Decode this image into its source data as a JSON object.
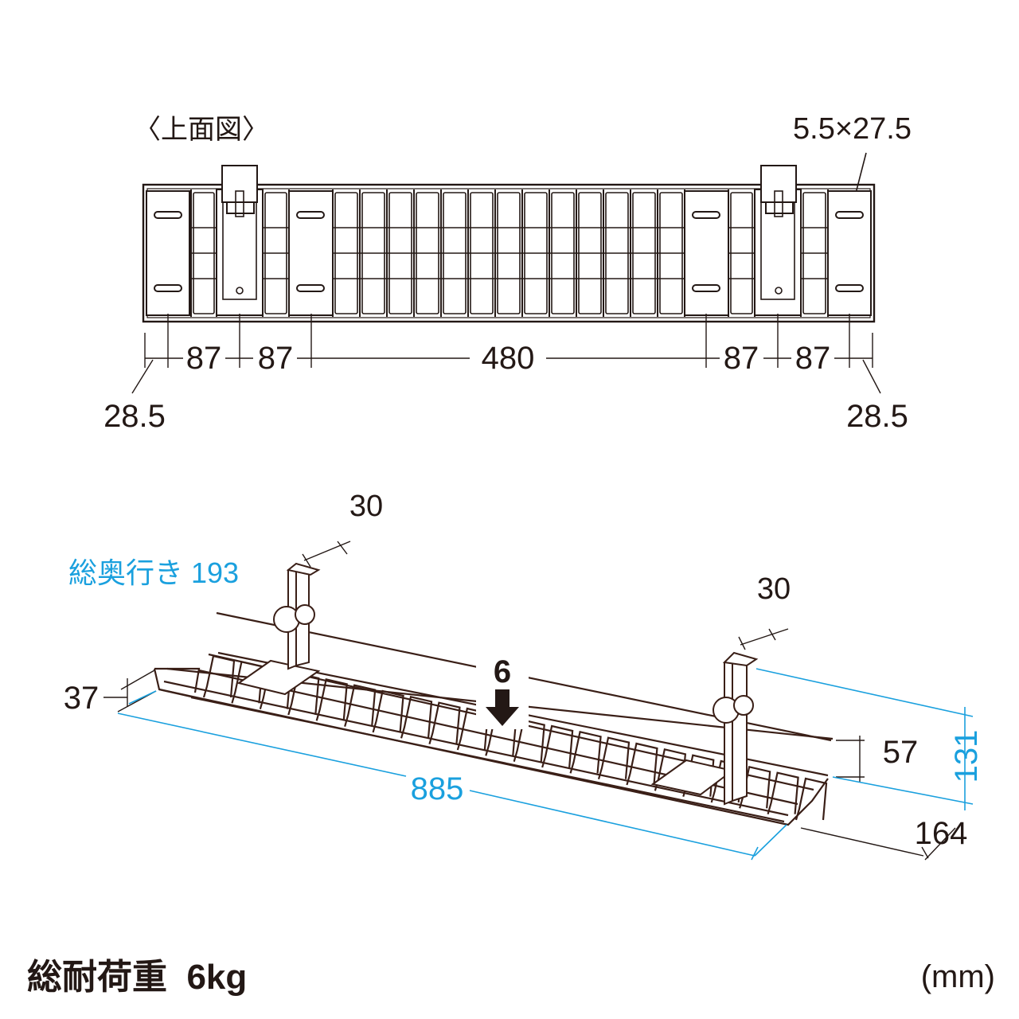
{
  "top_view": {
    "title": "〈上面図〉",
    "slot_size": "5.5×27.5",
    "dims": {
      "left_edge": "28.5",
      "left_a": "87",
      "left_b": "87",
      "middle": "480",
      "right_b": "87",
      "right_a": "87",
      "right_edge": "28.5"
    }
  },
  "iso_view": {
    "total_depth": "総奥行き 193",
    "clamp_width_left": "30",
    "clamp_width_right": "30",
    "height": "37",
    "length": "885",
    "tray_depth": "57",
    "clamp_height": "131",
    "width": "164",
    "load_marker": "6"
  },
  "footer": {
    "load_capacity": "総耐荷重  6kg",
    "unit": "(mm)"
  },
  "colors": {
    "line": "#231815",
    "wire": "#3a1f17",
    "accent": "#1aa0de"
  }
}
